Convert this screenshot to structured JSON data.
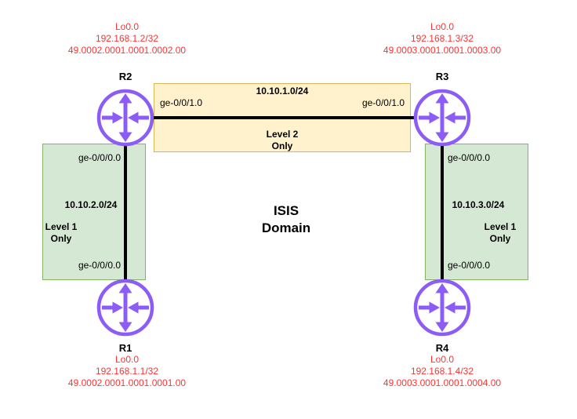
{
  "domain_label": "ISIS\nDomain",
  "colors": {
    "loopback_text": "#FF3333",
    "router_purple": "#8B5CF6",
    "level2_box_fill": "#FFF2CC",
    "level2_box_border": "#D6B656",
    "level1_box_fill": "#D5E8D4",
    "level1_box_border": "#82B366",
    "link_line": "#000000"
  },
  "routers": {
    "r2": {
      "name": "R2",
      "loopback": "Lo0.0\n192.168.1.2/32\n49.0002.0001.0001.0002.00"
    },
    "r3": {
      "name": "R3",
      "loopback": "Lo0.0\n192.168.1.3/32\n49.0003.0001.0001.0003.00"
    },
    "r1": {
      "name": "R1",
      "loopback": "Lo0.0\n192.168.1.1/32\n49.0002.0001.0001.0001.00"
    },
    "r4": {
      "name": "R4",
      "loopback": "Lo0.0\n192.168.1.4/32\n49.0003.0001.0001.0004.00"
    }
  },
  "links": {
    "r2_r3": {
      "subnet": "10.10.1.0/24",
      "mode": "Level 2\nOnly",
      "interface_r2": "ge-0/0/1.0",
      "interface_r3": "ge-0/0/1.0"
    },
    "r2_r1": {
      "subnet": "10.10.2.0/24",
      "mode": "Level 1\nOnly",
      "interface_r2": "ge-0/0/0.0",
      "interface_r1": "ge-0/0/0.0"
    },
    "r3_r4": {
      "subnet": "10.10.3.0/24",
      "mode": "Level 1\nOnly",
      "interface_r3": "ge-0/0/0.0",
      "interface_r4": "ge-0/0/0.0"
    }
  }
}
